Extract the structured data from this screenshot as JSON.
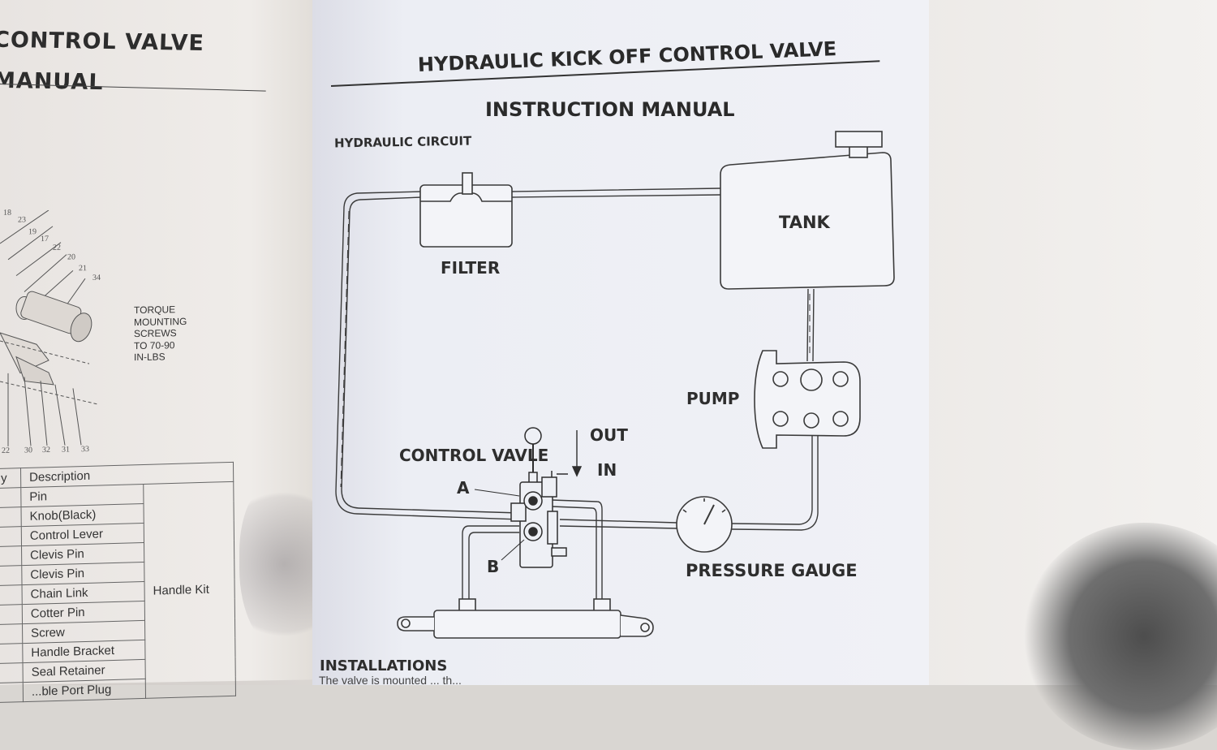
{
  "left_page": {
    "title_line1": "CONTROL VALVE",
    "title_line2": "MANUAL",
    "torque_note": [
      "TORQUE",
      "MOUNTING",
      "SCREWS",
      "TO 70-90",
      "IN-LBS"
    ],
    "part_numbers": [
      "18",
      "23",
      "19",
      "17",
      "22",
      "20",
      "21",
      "34",
      "22",
      "30",
      "32",
      "31",
      "33"
    ],
    "table": {
      "col_qty": "y",
      "col_desc": "Description",
      "items": [
        "Pin",
        "Knob(Black)",
        "Control Lever",
        "Clevis Pin",
        "Clevis Pin",
        "Chain Link",
        "Cotter Pin",
        "Screw",
        "Handle Bracket",
        "Seal Retainer",
        "...ble Port Plug"
      ],
      "group_label": "Handle Kit"
    }
  },
  "right_page": {
    "title": "HYDRAULIC KICK OFF CONTROL VALVE",
    "subtitle": "INSTRUCTION  MANUAL",
    "section": "HYDRAULIC CIRCUIT",
    "labels": {
      "tank": "TANK",
      "filter": "FILTER",
      "pump": "PUMP",
      "control_valve": "CONTROL VAVLE",
      "out": "OUT",
      "in": "IN",
      "port_a": "A",
      "port_b": "B",
      "pressure_gauge": "PRESSURE GAUGE"
    },
    "installations_heading": "INSTALLATIONS",
    "installations_text": "The valve is mounted ... th..."
  },
  "colors": {
    "ink": "#2e2e2e",
    "paper": "#eef0f5",
    "line": "#3a3a3a"
  }
}
